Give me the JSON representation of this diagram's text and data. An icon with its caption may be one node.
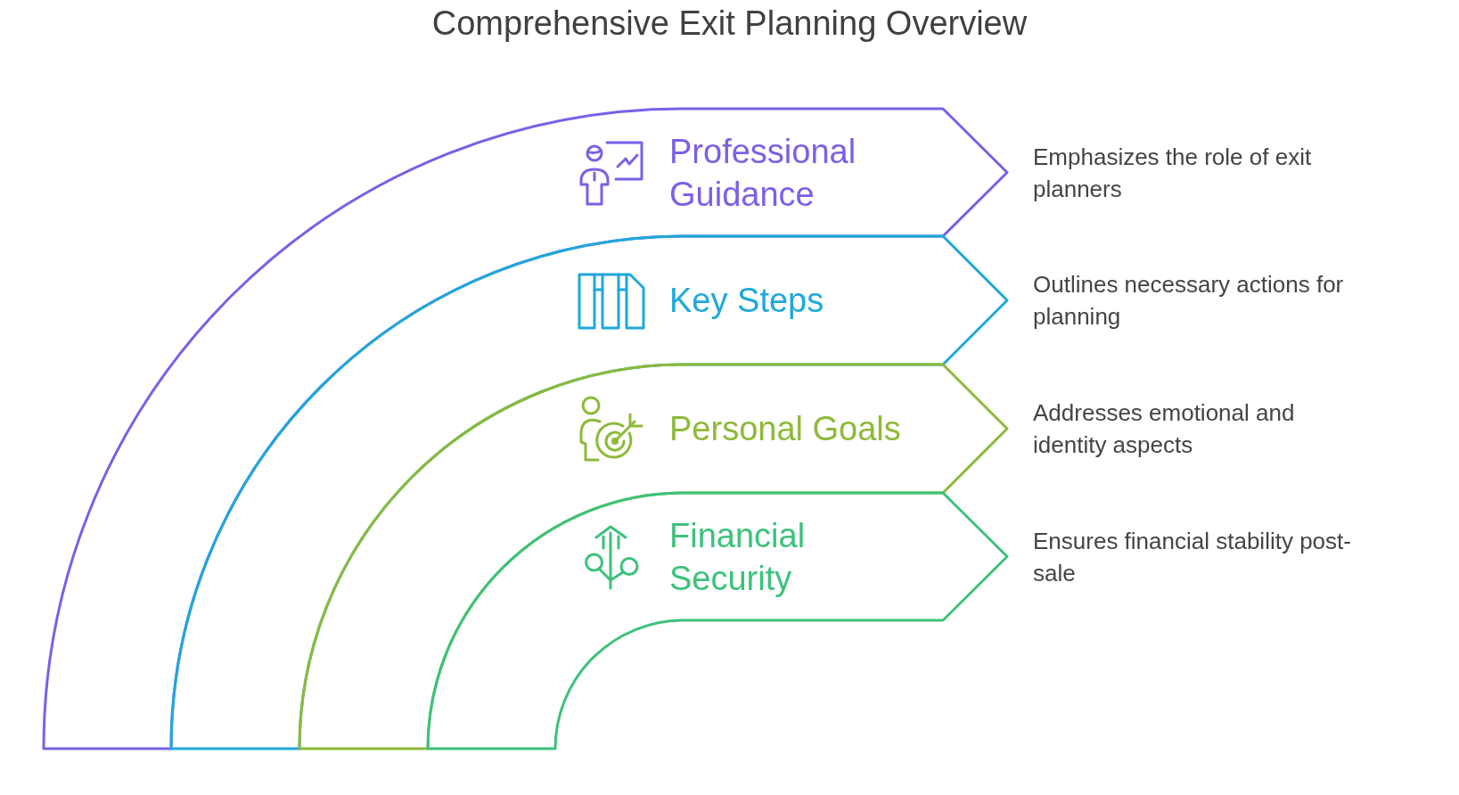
{
  "diagram": {
    "title": "Comprehensive Exit Planning Overview",
    "nodes": [
      {
        "text": [
          "Professional Guidance"
        ],
        "beside": [
          "Emphasizes the role of exit planners"
        ]
      },
      {
        "text": [
          "Key Steps"
        ],
        "beside": [
          "Outlines necessary actions for planning"
        ]
      },
      {
        "text": [
          "Personal Goals"
        ],
        "beside": [
          "Addresses emotional and identity aspects"
        ]
      },
      {
        "text": [
          "Financial Security"
        ],
        "beside": [
          "Ensures financial stability post-sale"
        ]
      }
    ]
  }
}
